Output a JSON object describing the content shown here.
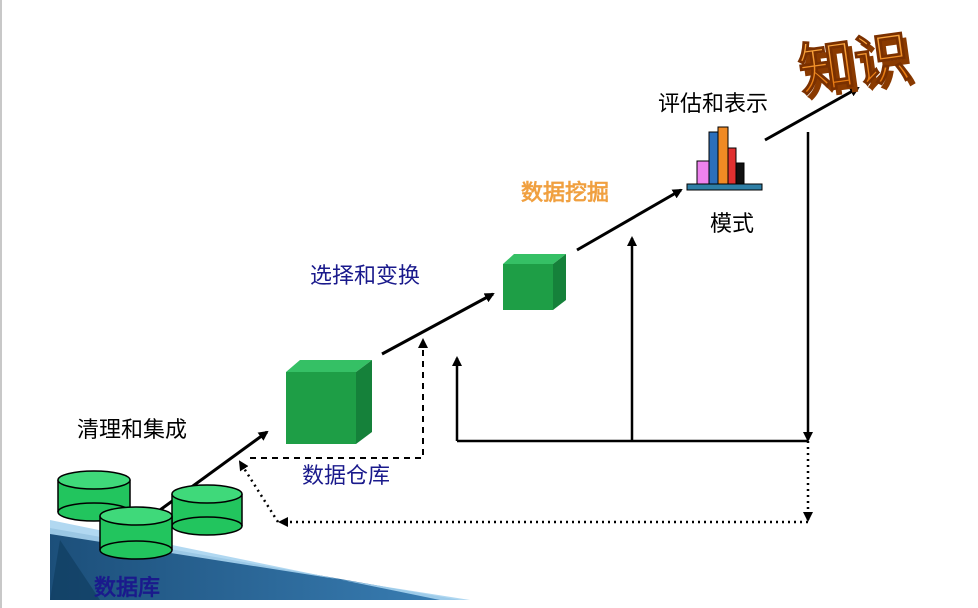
{
  "labels": {
    "clean_integrate": "清理和集成",
    "database": "数据库",
    "data_warehouse": "数据仓库",
    "select_transform": "选择和变换",
    "data_mining": "数据挖掘",
    "evaluate_present": "评估和表示",
    "pattern": "模式",
    "knowledge": "知识"
  },
  "colors": {
    "cube_green": "#1e9e46",
    "cylinder_green": "#22c55e",
    "navy_text": "#1a1a8c",
    "orange_text": "#f0a040",
    "knowledge_orange": "#f07a10"
  }
}
